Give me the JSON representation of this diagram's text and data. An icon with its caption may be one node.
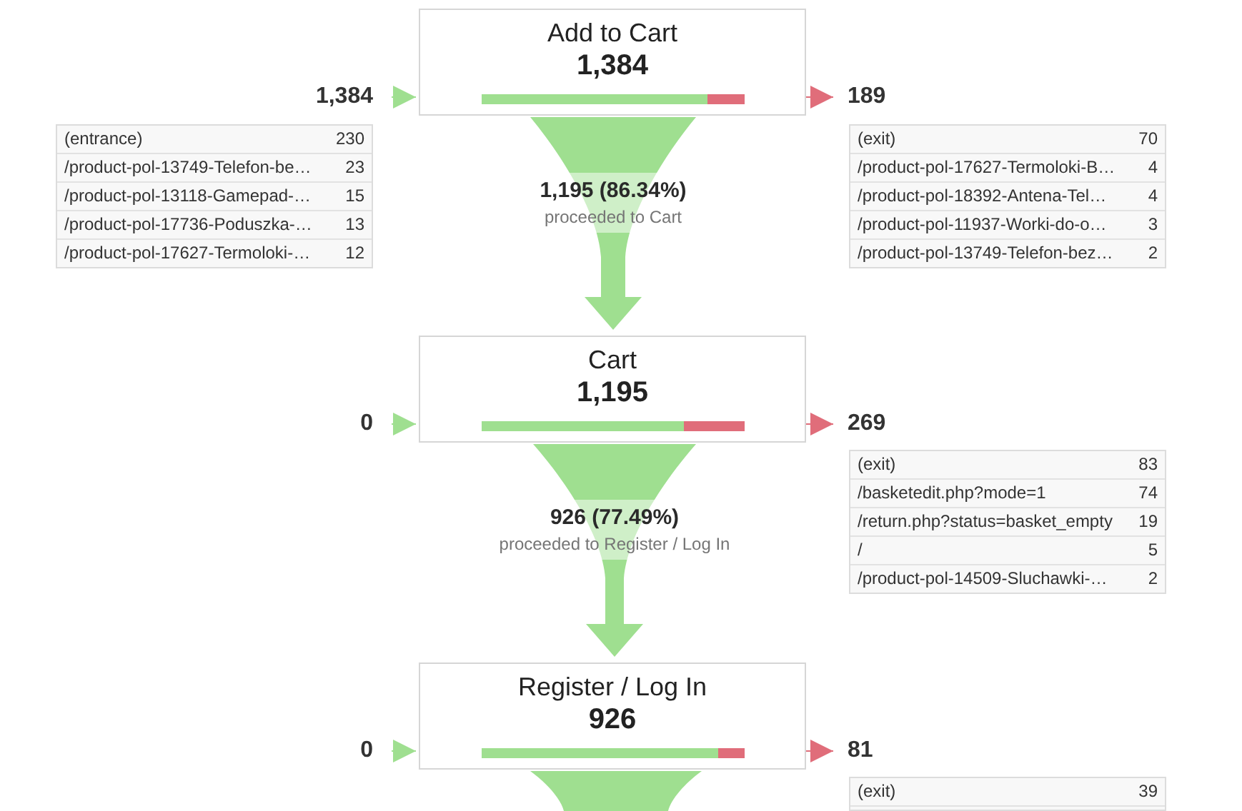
{
  "diagram": {
    "nodes": [
      {
        "text": [
          "Add to Cart",
          "1,384"
        ]
      },
      {
        "text": [
          "1,384"
        ]
      },
      {
        "text": [
          "189"
        ]
      },
      {
        "text": [
          "(entrance)",
          "230",
          "/product-pol-13749-Telefon-be…",
          "23",
          "/product-pol-13118-Gamepad-…",
          "15",
          "/product-pol-17736-Poduszka-…",
          "13",
          "/product-pol-17627-Termoloki-…",
          "12"
        ]
      },
      {
        "text": [
          "(exit)",
          "70",
          "/product-pol-17627-Termoloki-B…",
          "4",
          "/product-pol-18392-Antena-Tel…",
          "4",
          "/product-pol-11937-Worki-do-o…",
          "3",
          "/product-pol-13749-Telefon-bez…",
          "2"
        ]
      },
      {
        "text": [
          "Cart",
          "1,195"
        ]
      },
      {
        "text": [
          "0"
        ]
      },
      {
        "text": [
          "269"
        ]
      },
      {
        "text": [
          "(exit)",
          "83",
          "/basketedit.php?mode=1",
          "74",
          "/return.php?status=basket_empty",
          "19",
          "/",
          "5",
          "/product-pol-14509-Sluchawki-…",
          "2"
        ]
      },
      {
        "text": [
          "Register / Log In",
          "926"
        ]
      },
      {
        "text": [
          "0"
        ]
      },
      {
        "text": [
          "81"
        ]
      },
      {
        "text": [
          "(exit)",
          "39"
        ]
      }
    ],
    "edges": [
      {
        "from": 1,
        "to": 0,
        "arrow": "to"
      },
      {
        "from": 0,
        "to": 2,
        "arrow": "to",
        "color": "#e06d7a"
      },
      {
        "from": 0,
        "to": 5,
        "arrow": "to",
        "style": "thick",
        "label": "**1,195 (86.34%)** proceeded to Cart"
      },
      {
        "from": 6,
        "to": 5,
        "arrow": "to"
      },
      {
        "from": 5,
        "to": 7,
        "arrow": "to",
        "color": "#e06d7a"
      },
      {
        "from": 5,
        "to": 9,
        "arrow": "to",
        "style": "thick",
        "label": "**926 (77.49%)** proceeded to Register / Log In"
      },
      {
        "from": 10,
        "to": 9,
        "arrow": "to"
      },
      {
        "from": 9,
        "to": 11,
        "arrow": "to",
        "color": "#e06d7a"
      },
      {
        "from": 9,
        "to": null,
        "arrow": "none",
        "style": "thick"
      }
    ]
  }
}
